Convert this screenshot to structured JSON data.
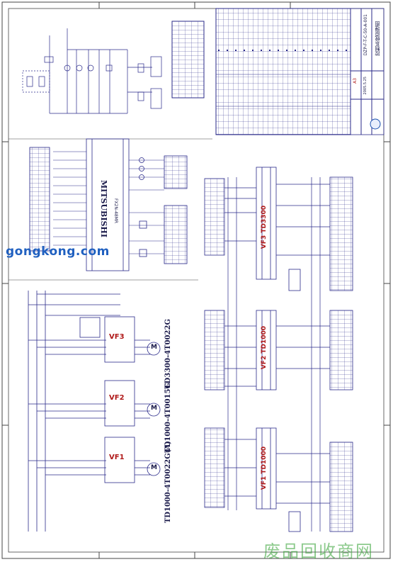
{
  "watermark": {
    "site": "gongkong",
    "site_suffix": ".com",
    "corner_text": "废品回收商网"
  },
  "title_block": {
    "drawing_no": "DZP-F-T-C-50-A-001",
    "drawing_title": "控制系统原理图",
    "rev": "A3",
    "date": "2005.5.25"
  },
  "plc": {
    "brand": "MITSUBISHI",
    "model": "FX2N-48MR"
  },
  "drives": [
    {
      "id": "VF3",
      "label": "VF3",
      "model": "TD3300-4T0022G",
      "motor": "M",
      "side_label": "VF3 TD3300"
    },
    {
      "id": "VF2",
      "label": "VF2",
      "model": "TD1000-4T0015G",
      "motor": "M",
      "side_label": "VF2 TD1000"
    },
    {
      "id": "VF1",
      "label": "VF1",
      "model": "TD1000-4T0022G(A)",
      "motor": "M",
      "side_label": "VF1 TD1000"
    }
  ],
  "colors": {
    "line": "#2a2a8a",
    "red": "#c01818",
    "blue": "#1a1a8a",
    "watermark_blue": "#2060c0",
    "watermark_green": "#30a030"
  }
}
